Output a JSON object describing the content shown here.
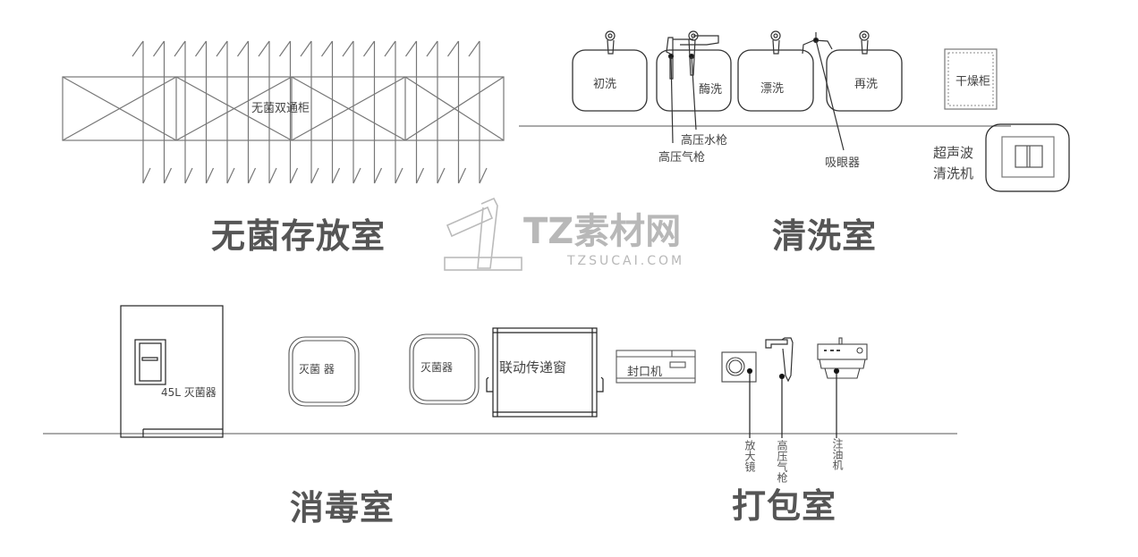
{
  "rooms": {
    "sterile_storage": "无菌存放室",
    "cleaning": "清洗室",
    "disinfection": "消毒室",
    "packaging": "打包室"
  },
  "equipment": {
    "double_door_cabinet": "无菌双通柜",
    "sinks": [
      "初洗",
      "酶洗",
      "漂洗",
      "再洗"
    ],
    "high_pressure_water_gun": "高压水枪",
    "high_pressure_air_gun": "高压气枪",
    "eye_wash": "吸眼器",
    "drying_cabinet": "干燥柜",
    "ultrasonic_cleaner_line1": "超声波",
    "ultrasonic_cleaner_line2": "清洗机",
    "sterilizer_45l": "45L 灭菌器",
    "sterilizer_1": "灭菌 器",
    "sterilizer_2": "灭菌器",
    "pass_window": "联动传递窗",
    "sealing_machine": "封口机",
    "magnifier": "放大镜",
    "air_gun_packaging": "高压气枪",
    "oiler": "注油机"
  },
  "watermark": {
    "brand": "TZ素材网",
    "url": "TZSUCAI.COM"
  },
  "colors": {
    "line": "#777777",
    "dark_line": "#222222",
    "room_text": "#555555",
    "watermark": "#bbbbbb"
  }
}
